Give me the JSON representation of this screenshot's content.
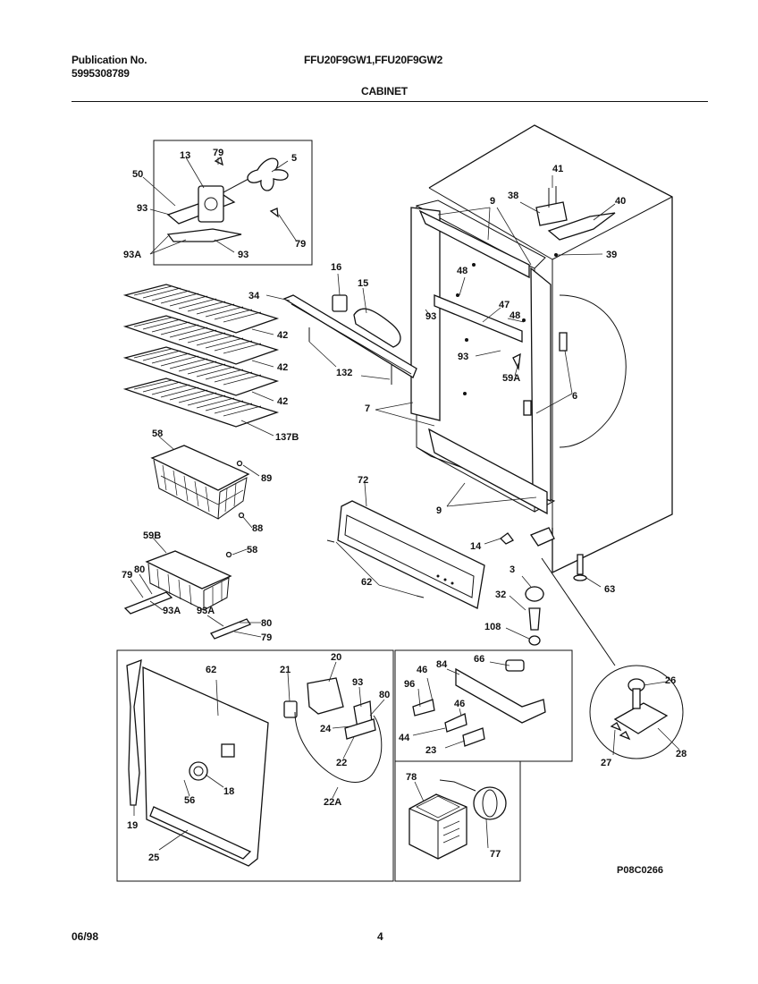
{
  "header": {
    "publication_label": "Publication No.",
    "publication_number": "5995308789",
    "models": "FFU20F9GW1,FFU20F9GW2",
    "section": "CABINET"
  },
  "footer": {
    "date": "06/98",
    "page": "4"
  },
  "diagram": {
    "drawing_code": "P08C0266",
    "callouts": {
      "c13": "13",
      "c79a": "79",
      "c5": "5",
      "c50": "50",
      "c93a": "93",
      "c93b": "93",
      "c93A_top": "93A",
      "c79b": "79",
      "c41": "41",
      "c38": "38",
      "c40": "40",
      "c39": "39",
      "c9a": "9",
      "c16": "16",
      "c15": "15",
      "c48a": "48",
      "c34": "34",
      "c47": "47",
      "c48b": "48",
      "c93c": "93",
      "c93d": "93",
      "c42a": "42",
      "c42b": "42",
      "c42c": "42",
      "c132": "132",
      "c59A": "59A",
      "c6": "6",
      "c7": "7",
      "c137B": "137B",
      "c58": "58",
      "c89a": "89",
      "c88": "88",
      "c59B": "59B",
      "c58b": "58",
      "c79c": "79",
      "c80a": "80",
      "c93A_b": "93A",
      "c93A_c": "93A",
      "c80b": "80",
      "c79d": "79",
      "c72": "72",
      "c9b": "9",
      "c14": "14",
      "c3": "3",
      "c62a": "62",
      "c63": "63",
      "c32": "32",
      "c108": "108",
      "c20": "20",
      "c62b": "62",
      "c21": "21",
      "c93e": "93",
      "c80c": "80",
      "c24": "24",
      "c22": "22",
      "c22A": "22A",
      "c18": "18",
      "c56": "56",
      "c19": "19",
      "c25": "25",
      "c46a": "46",
      "c84": "84",
      "c66": "66",
      "c96": "96",
      "c46b": "46",
      "c44": "44",
      "c23": "23",
      "c78": "78",
      "c77": "77",
      "c26": "26",
      "c27": "27",
      "c28": "28"
    }
  }
}
